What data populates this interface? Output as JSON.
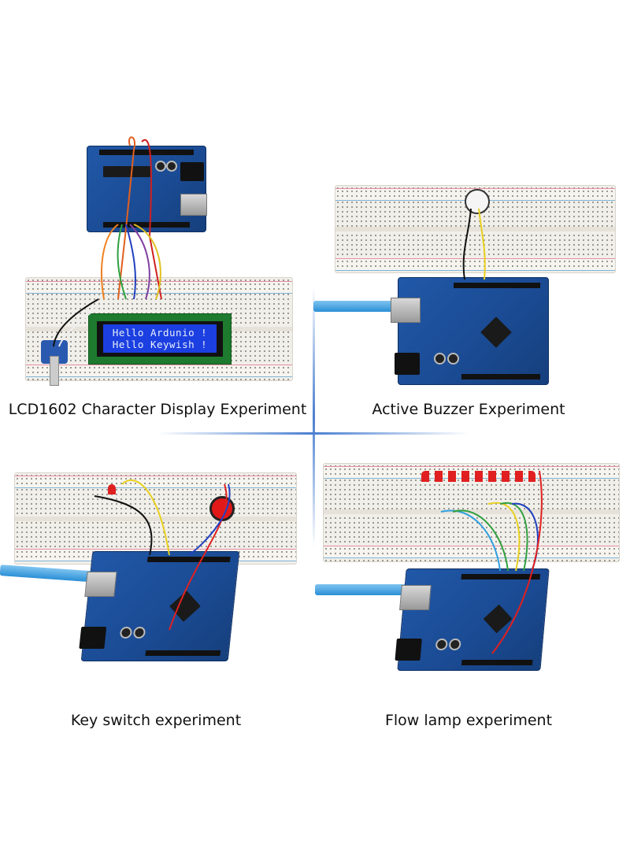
{
  "panels": [
    {
      "caption": "LCD1602 Character Display Experiment",
      "lcd_lines": [
        "Hello Ardunio !",
        "Hello Keywish !"
      ]
    },
    {
      "caption": "Active Buzzer Experiment"
    },
    {
      "caption": "Key switch experiment"
    },
    {
      "caption": "Flow lamp experiment"
    }
  ],
  "colors": {
    "board": "#1a4a92",
    "lcd_backlight": "#1b3fe0",
    "divider": "#4a7fd0",
    "usb_cable": "#2a8fd6"
  }
}
